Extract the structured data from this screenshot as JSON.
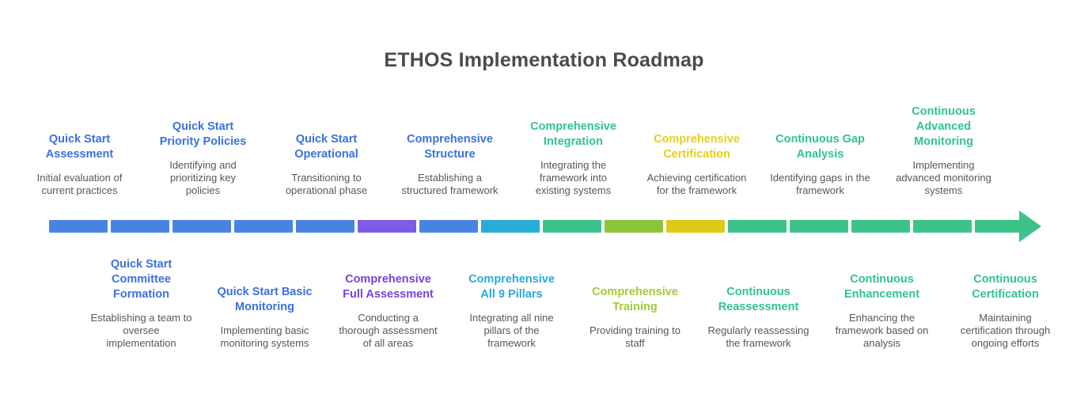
{
  "title": "ETHOS Implementation Roadmap",
  "colors": {
    "title_text": "#494c4e",
    "description_text": "#54575b",
    "background": "#ffffff",
    "arrow_head": "#3dc389"
  },
  "chart_data": {
    "type": "timeline",
    "direction": "left-to-right",
    "milestones": [
      {
        "label": "Quick Start Assessment",
        "description": "Initial evaluation of current practices",
        "side": "top",
        "label_color": "#3a70e2",
        "segment_color": "#4a84e2"
      },
      {
        "label": "Quick Start Committee Formation",
        "description": "Establishing a team to oversee implementation",
        "side": "bottom",
        "label_color": "#3a70e2",
        "segment_color": "#4a84e2"
      },
      {
        "label": "Quick Start Priority Policies",
        "description": "Identifying and prioritizing key policies",
        "side": "top",
        "label_color": "#3a70e2",
        "segment_color": "#4a84e2"
      },
      {
        "label": "Quick Start Basic Monitoring",
        "description": "Implementing basic monitoring systems",
        "side": "bottom",
        "label_color": "#3a70e2",
        "segment_color": "#4a84e2"
      },
      {
        "label": "Quick Start Operational",
        "description": "Transitioning to operational phase",
        "side": "top",
        "label_color": "#3a70e2",
        "segment_color": "#4a84e2"
      },
      {
        "label": "Comprehensive Full Assessment",
        "description": "Conducting a thorough assessment of all areas",
        "side": "bottom",
        "label_color": "#7b3fe4",
        "segment_color": "#7e5ce6"
      },
      {
        "label": "Comprehensive Structure",
        "description": "Establishing a structured framework",
        "side": "top",
        "label_color": "#3a70e2",
        "segment_color": "#4a84e2"
      },
      {
        "label": "Comprehensive All 9 Pillars",
        "description": "Integrating all nine pillars of the framework",
        "side": "bottom",
        "label_color": "#29a9dd",
        "segment_color": "#27acd8"
      },
      {
        "label": "Comprehensive Integration",
        "description": "Integrating the framework into existing systems",
        "side": "top",
        "label_color": "#2fc391",
        "segment_color": "#3dc389"
      },
      {
        "label": "Comprehensive Training",
        "description": "Providing training to staff",
        "side": "bottom",
        "label_color": "#a4ca38",
        "segment_color": "#8dc43e"
      },
      {
        "label": "Comprehensive Certification",
        "description": "Achieving certification for the framework",
        "side": "top",
        "label_color": "#e5cf1c",
        "segment_color": "#ddc917"
      },
      {
        "label": "Continuous Reassessment",
        "description": "Regularly reassessing the framework",
        "side": "bottom",
        "label_color": "#2fc391",
        "segment_color": "#3dc389"
      },
      {
        "label": "Continuous Gap Analysis",
        "description": "Identifying gaps in the framework",
        "side": "top",
        "label_color": "#2fc391",
        "segment_color": "#3dc389"
      },
      {
        "label": "Continuous Enhancement",
        "description": "Enhancing the framework based on analysis",
        "side": "bottom",
        "label_color": "#2fc391",
        "segment_color": "#3dc389"
      },
      {
        "label": "Continuous Advanced Monitoring",
        "description": "Implementing advanced monitoring systems",
        "side": "top",
        "label_color": "#2fc391",
        "segment_color": "#3dc389"
      },
      {
        "label": "Continuous Certification",
        "description": "Maintaining certification through ongoing efforts",
        "side": "bottom",
        "label_color": "#2fc391",
        "segment_color": "#3dc389"
      }
    ]
  }
}
